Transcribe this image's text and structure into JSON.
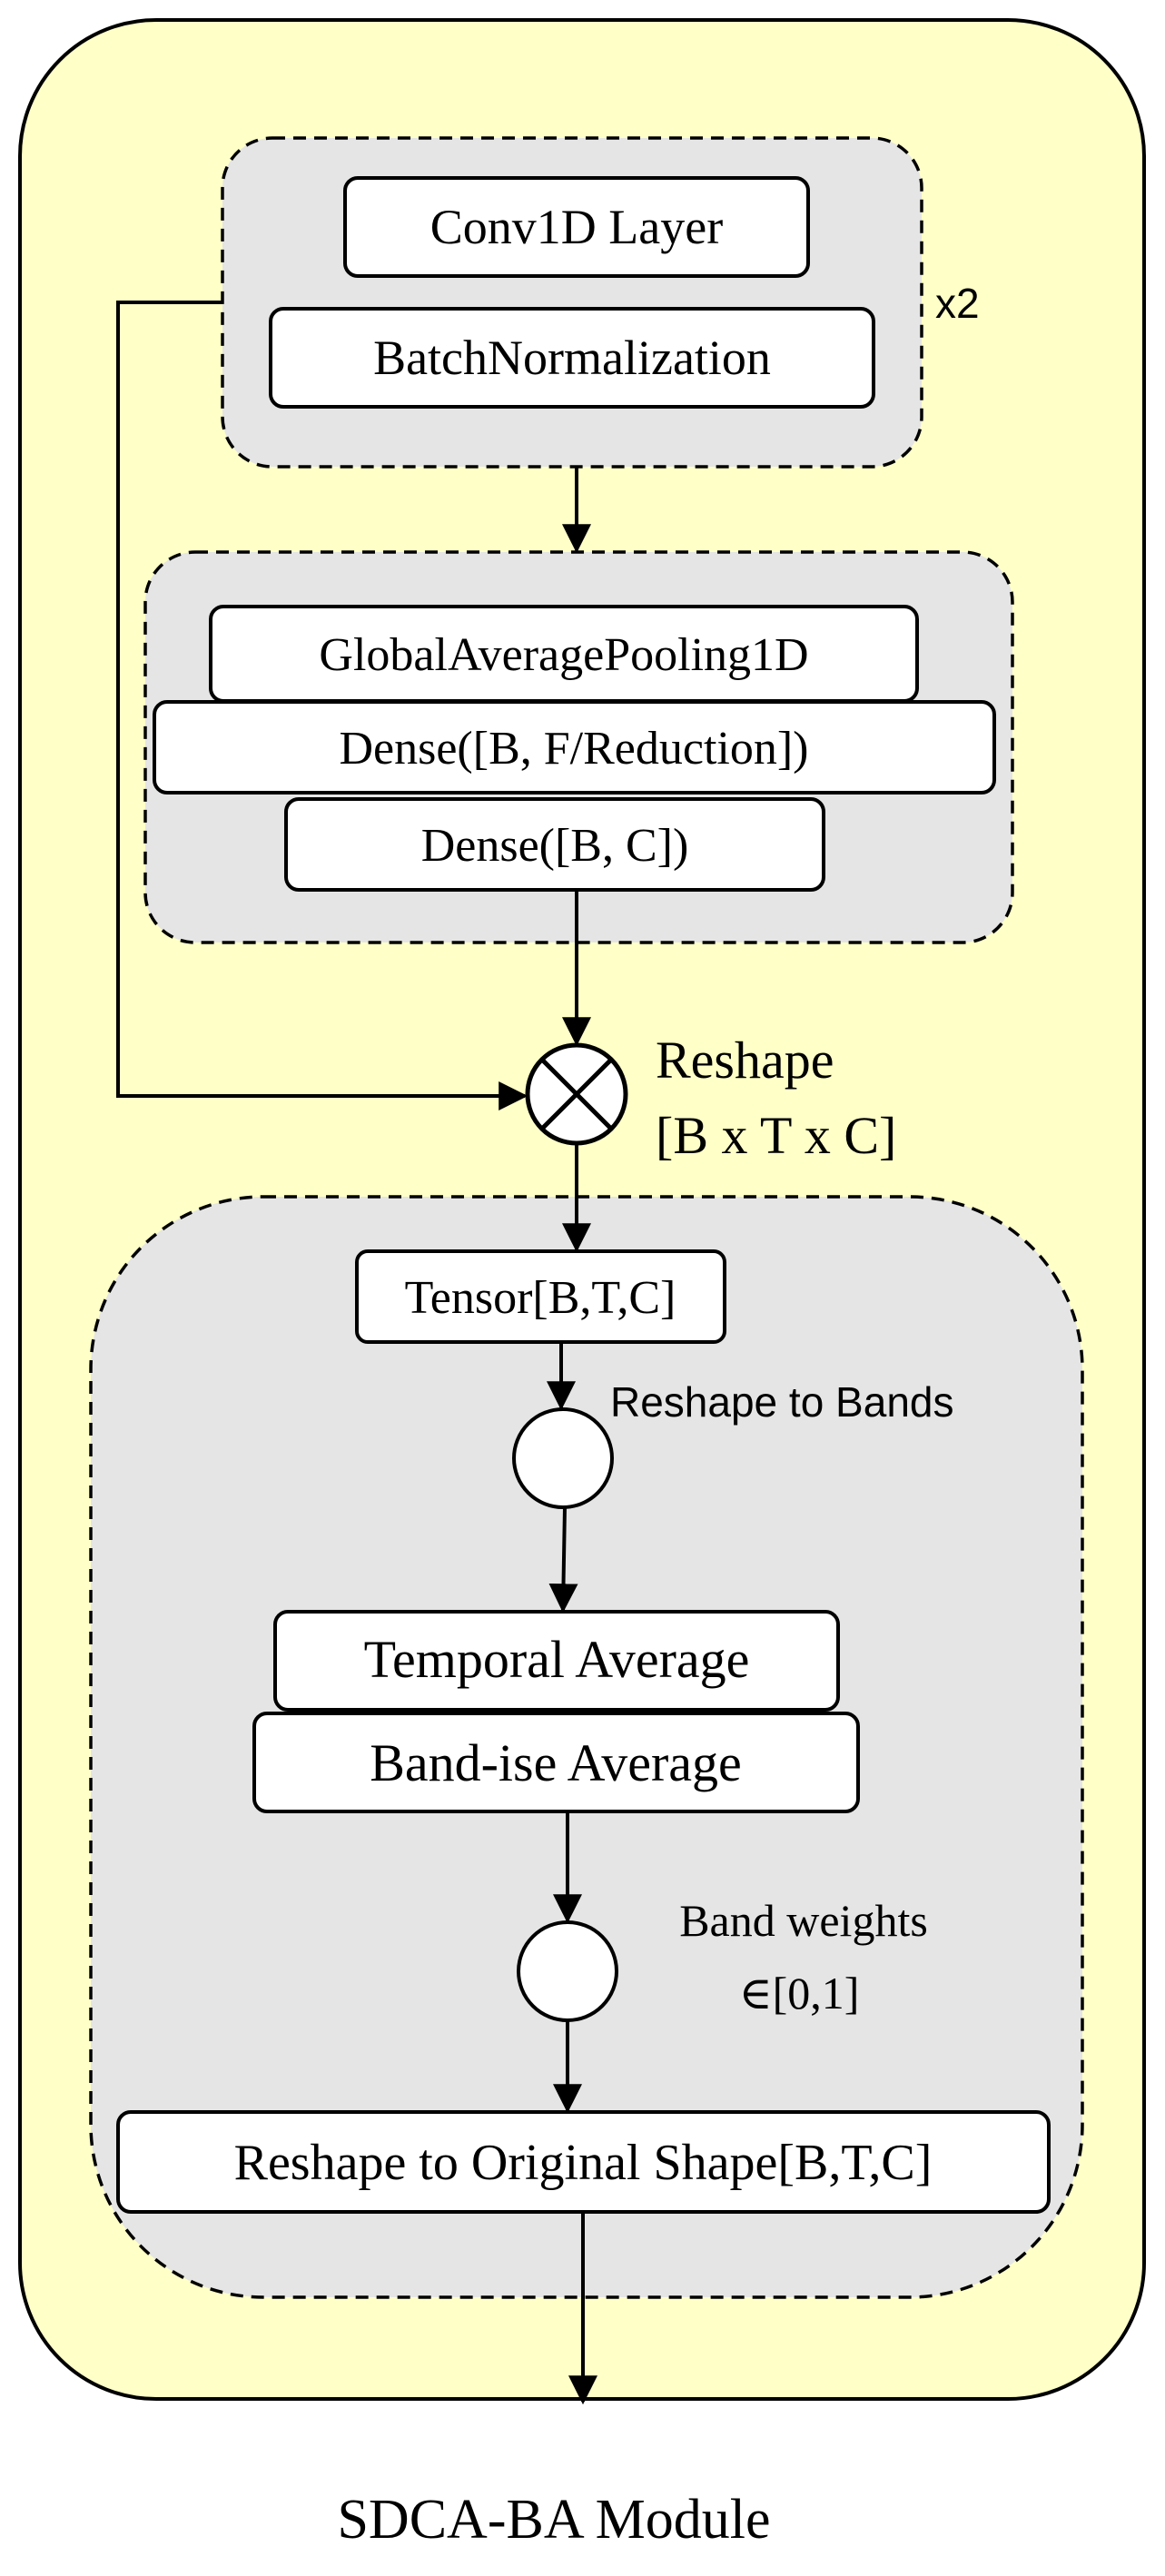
{
  "diagram": {
    "caption": "SDCA-BA Module",
    "repeat_label": "x2",
    "blocks": {
      "conv1d": "Conv1D Layer",
      "batchnorm": "BatchNormalization",
      "gap": "GlobalAveragePooling1D",
      "dense_reduction": "Dense([B, F/Reduction])",
      "dense_c": "Dense([B, C])",
      "tensor": "Tensor[B,T,C]",
      "temporal_avg": "Temporal Average",
      "band_avg": "Band-ise Average",
      "reshape_original": "Reshape to Original Shape[B,T,C]"
    },
    "labels": {
      "reshape_line1": "Reshape",
      "reshape_line2": "[B x T x C]",
      "reshape_bands": "Reshape to Bands",
      "band_weights_line1": "Band weights",
      "band_weights_line2": "∈[0,1]"
    },
    "colors": {
      "outer_fill": "#ffffc8",
      "group_fill": "#e5e5e5",
      "box_fill": "#ffffff",
      "stroke": "#000000"
    }
  }
}
